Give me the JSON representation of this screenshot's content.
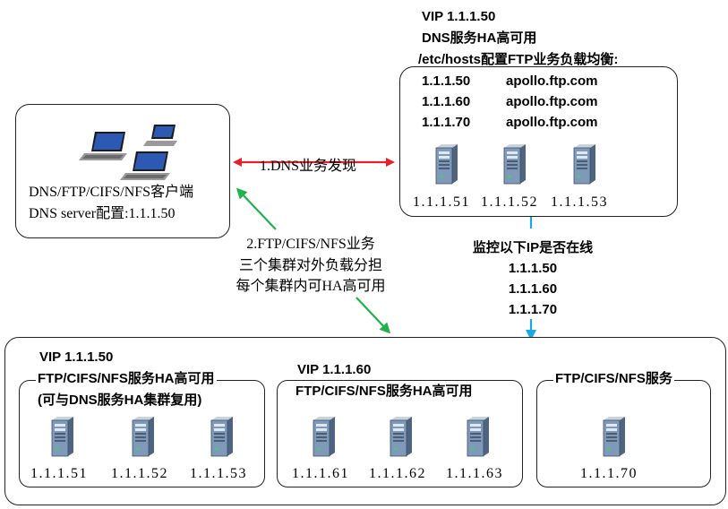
{
  "client": {
    "line1": "DNS/FTP/CIFS/NFS客户端",
    "line2": "DNS server配置:1.1.1.50"
  },
  "dns_cluster": {
    "vip": "VIP  1.1.1.50",
    "title": "DNS服务HA高可用",
    "hosts_title": "/etc/hosts配置FTP业务负载均衡:",
    "hosts": [
      {
        "ip": "1.1.1.50",
        "domain": "apollo.ftp.com"
      },
      {
        "ip": "1.1.1.60",
        "domain": "apollo.ftp.com"
      },
      {
        "ip": "1.1.1.70",
        "domain": "apollo.ftp.com"
      }
    ],
    "servers": [
      "1.1.1.51",
      "1.1.1.52",
      "1.1.1.53"
    ]
  },
  "arrows": {
    "dns_discovery": "1.DNS业务发现",
    "service_line1": "2.FTP/CIFS/NFS业务",
    "service_line2": "三个集群对外负载分担",
    "service_line3": "每个集群内可HA高可用"
  },
  "monitor": {
    "title": "监控以下IP是否在线",
    "ips": [
      "1.1.1.50",
      "1.1.1.60",
      "1.1.1.70"
    ]
  },
  "clusters": [
    {
      "vip": "VIP 1.1.1.50",
      "title": "FTP/CIFS/NFS服务HA高可用",
      "note": "(可与DNS服务HA集群复用)",
      "servers": [
        "1.1.1.51",
        "1.1.1.52",
        "1.1.1.53"
      ]
    },
    {
      "vip": "VIP 1.1.1.60",
      "title": "FTP/CIFS/NFS服务HA高可用",
      "servers": [
        "1.1.1.61",
        "1.1.1.62",
        "1.1.1.63"
      ]
    },
    {
      "title": "FTP/CIFS/NFS服务",
      "servers": [
        "1.1.1.70"
      ]
    }
  ],
  "colors": {
    "red_arrow": "#e8202a",
    "green_arrow": "#1fb34a",
    "blue_arrow": "#1aa9e6",
    "server_body": "#7f9ab8",
    "laptop_screen": "#2b59b3"
  },
  "icons": {
    "server": "server-tower-icon",
    "client": "laptop-icon"
  }
}
